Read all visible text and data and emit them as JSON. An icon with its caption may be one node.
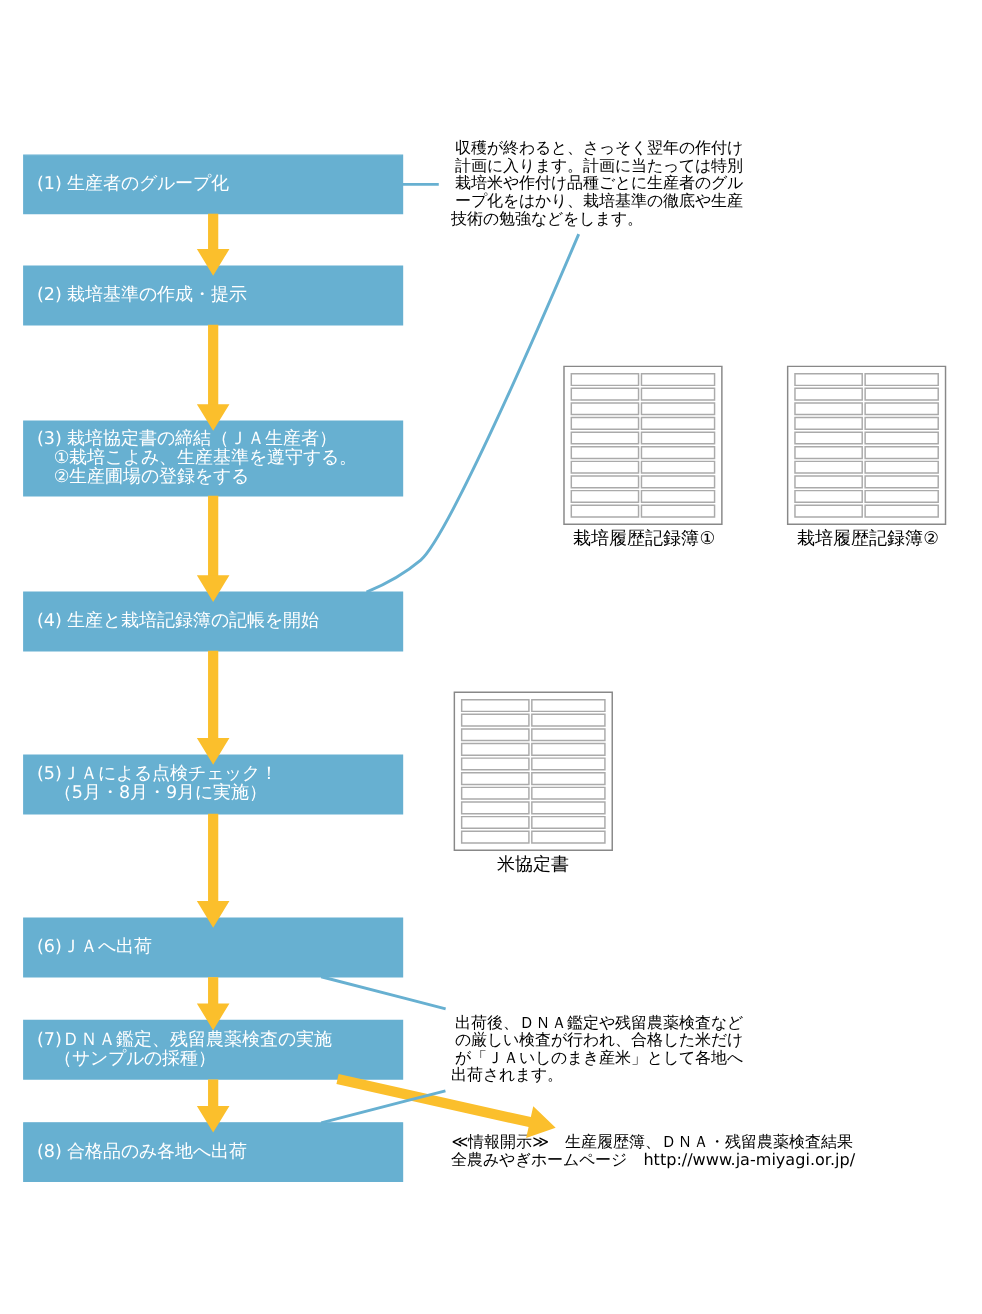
{
  "diagram": {
    "nodes": [
      {
        "text": [
          "(1) 生産者のグループ化"
        ]
      },
      {
        "text": [
          "(2) 栽培基準の作成・提示"
        ]
      },
      {
        "text": [
          "(3) 栽培協定書の締結（ＪＡ生産者）",
          "①栽培こよみ、生産基準を遵守する。",
          "②生産圃場の登録をする"
        ]
      },
      {
        "text": [
          "(4) 生産と栽培記録簿の記帳を開始"
        ]
      },
      {
        "text": [
          "(5)ＪＡによる点検チェック！",
          "（5月・8月・9月に実施）"
        ]
      },
      {
        "text": [
          "(6)ＪＡへ出荷"
        ]
      },
      {
        "text": [
          "(7)ＤＮＡ鑑定、残留農薬検査の実施",
          "（サンプルの採種）"
        ]
      },
      {
        "text": [
          "(8) 合格品のみ各地へ出荷"
        ]
      },
      {
        "text": [
          "収穫が終わると、さっそく翌年の作付け計画に入ります。計画に当たっては特別栽培米や作付け品種ごとに生産者のグループ化をはかり、栽培基準の徹底や生産技術の勉強などをします。"
        ]
      },
      {
        "text": [],
        "shape": "picture",
        "beside": [
          "栽培履歴記録簿①"
        ]
      },
      {
        "text": [],
        "shape": "picture",
        "beside": [
          "栽培履歴記録簿②"
        ]
      },
      {
        "text": [],
        "shape": "picture",
        "beside": [
          "米協定書"
        ]
      },
      {
        "text": [
          "出荷後、ＤＮＡ鑑定や残留農薬検査などの厳しい検査が行われ、合格した米だけが「ＪＡいしのまき産米」として各地へ出荷されます。"
        ]
      },
      {
        "text": [
          "≪情報開示≫　生産履歴簿、ＤＮＡ・残留農薬検査結果",
          "全農みやぎホームページ　http://www.ja-miyagi.or.jp/"
        ]
      }
    ],
    "edges": [
      {
        "from": 0,
        "to": 1,
        "arrow": "to"
      },
      {
        "from": 1,
        "to": 2,
        "arrow": "to"
      },
      {
        "from": 2,
        "to": 3,
        "arrow": "to"
      },
      {
        "from": 3,
        "to": 4,
        "arrow": "to"
      },
      {
        "from": 4,
        "to": 5,
        "arrow": "to"
      },
      {
        "from": 5,
        "to": 6,
        "arrow": "to"
      },
      {
        "from": 6,
        "to": 7,
        "arrow": "to"
      },
      {
        "from": 6,
        "to": 13,
        "arrow": "to"
      },
      {
        "from": 0,
        "to": 8,
        "arrow": "none",
        "color": "#67b0d1"
      },
      {
        "from": 3,
        "to": 8,
        "arrow": "none",
        "color": "#67b0d1"
      },
      {
        "from": 5,
        "to": 12,
        "arrow": "none",
        "color": "#67b0d1"
      },
      {
        "from": 7,
        "to": 12,
        "arrow": "none",
        "color": "#67b0d1"
      }
    ]
  }
}
